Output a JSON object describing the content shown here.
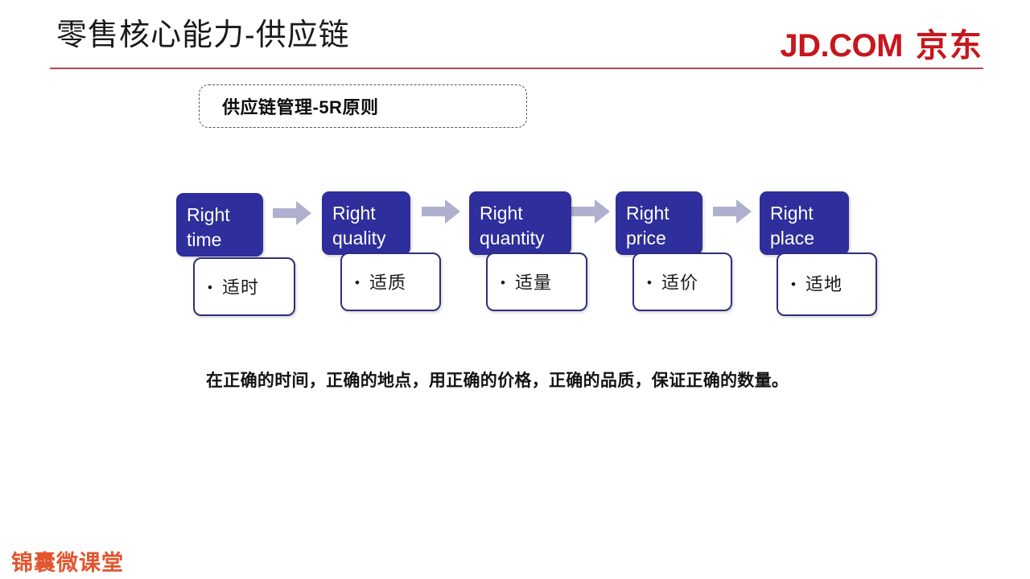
{
  "header": {
    "title": "零售核心能力-供应链",
    "brand_latin": "JD.COM",
    "brand_cjk": "京东",
    "brand_color": "#c8161d",
    "rule_color": "#b9474b"
  },
  "subtitle": {
    "text": "供应链管理-5R原则"
  },
  "flow": {
    "box_color": "#2e2e9c",
    "card_border_color": "#2f2f7e",
    "arrow_color": "#afafce",
    "bullet": "•",
    "steps": [
      {
        "en_line1": "Right",
        "en_line2": "time",
        "cn": "适时"
      },
      {
        "en_line1": "Right",
        "en_line2": "quality",
        "cn": "适质"
      },
      {
        "en_line1": "Right",
        "en_line2": "quantity",
        "cn": "适量"
      },
      {
        "en_line1": "Right",
        "en_line2": "price",
        "cn": "适价"
      },
      {
        "en_line1": "Right",
        "en_line2": "place",
        "cn": "适地"
      }
    ]
  },
  "statement": {
    "text": "在正确的时间，正确的地点，用正确的价格，正确的品质，保证正确的数量。"
  },
  "watermark": {
    "text": "锦囊微课堂",
    "color": "#e2552e"
  }
}
